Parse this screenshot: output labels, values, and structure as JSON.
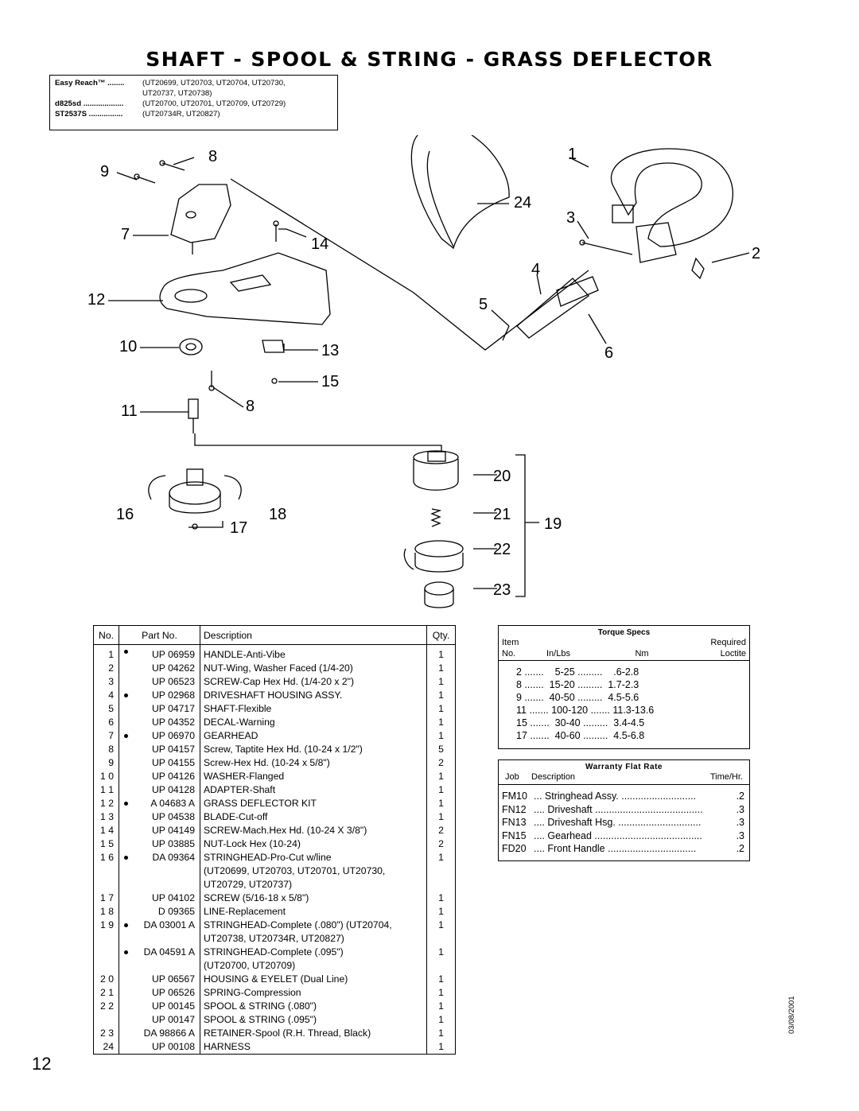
{
  "title": "SHAFT - SPOOL & STRING - GRASS DEFLECTOR",
  "models": [
    {
      "label": "Easy Reach™ ........",
      "value": "(UT20699, UT20703, UT20704, UT20730,"
    },
    {
      "label": "",
      "value": "UT20737, UT20738)"
    },
    {
      "label": "d825sd ...................",
      "value": "(UT20700, UT20701, UT20709, UT20729)"
    },
    {
      "label": "ST2537S ................",
      "value": "(UT20734R, UT20827)"
    }
  ],
  "callouts": [
    "8",
    "9",
    "7",
    "14",
    "12",
    "10",
    "13",
    "15",
    "11",
    "8",
    "1",
    "24",
    "3",
    "2",
    "4",
    "5",
    "6",
    "20",
    "16",
    "18",
    "21",
    "19",
    "17",
    "22",
    "23"
  ],
  "parts_table": {
    "headers": [
      "No.",
      "Part No.",
      "Description",
      "Qty."
    ],
    "rows": [
      {
        "no": "1",
        "part": "UP 06959",
        "desc": "HANDLE-Anti-Vibe",
        "qty": "1",
        "dot": true
      },
      {
        "no": "2",
        "part": "UP 04262",
        "desc": "NUT-Wing, Washer Faced (1/4-20)",
        "qty": "1"
      },
      {
        "no": "3",
        "part": "UP 06523",
        "desc": "SCREW-Cap Hex Hd. (1/4-20 x 2\")",
        "qty": "1"
      },
      {
        "no": "4",
        "part": "UP 02968",
        "desc": "DRIVESHAFT HOUSING ASSY.",
        "qty": "1",
        "dot": true
      },
      {
        "no": "5",
        "part": "UP 04717",
        "desc": "SHAFT-Flexible",
        "qty": "1"
      },
      {
        "no": "6",
        "part": "UP 04352",
        "desc": "DECAL-Warning",
        "qty": "1"
      },
      {
        "no": "7",
        "part": "UP 06970",
        "desc": "GEARHEAD",
        "qty": "1",
        "dot": true
      },
      {
        "no": "8",
        "part": "UP 04157",
        "desc": "Screw, Taptite Hex Hd. (10-24 x 1/2\")",
        "qty": "5"
      },
      {
        "no": "9",
        "part": "UP 04155",
        "desc": "Screw-Hex Hd. (10-24 x 5/8\")",
        "qty": "2"
      },
      {
        "no": "1 0",
        "part": "UP 04126",
        "desc": "WASHER-Flanged",
        "qty": "1"
      },
      {
        "no": "1 1",
        "part": "UP 04128",
        "desc": "ADAPTER-Shaft",
        "qty": "1"
      },
      {
        "no": "1 2",
        "part": "A 04683 A",
        "desc": "GRASS DEFLECTOR KIT",
        "qty": "1",
        "dot": true
      },
      {
        "no": "1 3",
        "part": "UP 04538",
        "desc": "BLADE-Cut-off",
        "qty": "1"
      },
      {
        "no": "1 4",
        "part": "UP 04149",
        "desc": "SCREW-Mach.Hex Hd. (10-24 X 3/8\")",
        "qty": "2"
      },
      {
        "no": "1 5",
        "part": "UP 03885",
        "desc": "NUT-Lock Hex (10-24)",
        "qty": "2"
      },
      {
        "no": "1 6",
        "part": "DA 09364",
        "desc": "STRINGHEAD-Pro-Cut w/line",
        "qty": "1",
        "dot": true
      },
      {
        "no": "",
        "part": "",
        "desc": "(UT20699, UT20703, UT20701, UT20730,",
        "qty": ""
      },
      {
        "no": "",
        "part": "",
        "desc": "UT20729, UT20737)",
        "qty": ""
      },
      {
        "no": "1 7",
        "part": "UP 04102",
        "desc": "SCREW  (5/16-18 x 5/8\")",
        "qty": "1"
      },
      {
        "no": "1 8",
        "part": "D 09365",
        "desc": "LINE-Replacement",
        "qty": "1"
      },
      {
        "no": "1 9",
        "part": "DA 03001 A",
        "desc": "STRINGHEAD-Complete (.080\") (UT20704,",
        "qty": "1",
        "dot": true
      },
      {
        "no": "",
        "part": "",
        "desc": "UT20738, UT20734R, UT20827)",
        "qty": ""
      },
      {
        "no": "",
        "part": "DA 04591 A",
        "desc": "STRINGHEAD-Complete (.095\")",
        "qty": "1",
        "dot": true
      },
      {
        "no": "",
        "part": "",
        "desc": "(UT20700, UT20709)",
        "qty": ""
      },
      {
        "no": "2 0",
        "part": "UP 06567",
        "desc": "HOUSING & EYELET (Dual Line)",
        "qty": "1"
      },
      {
        "no": "2 1",
        "part": "UP 06526",
        "desc": "SPRING-Compression",
        "qty": "1"
      },
      {
        "no": "2 2",
        "part": "UP 00145",
        "desc": "SPOOL & STRING (.080\")",
        "qty": "1"
      },
      {
        "no": "",
        "part": "UP 00147",
        "desc": "SPOOL & STRING (.095\")",
        "qty": "1"
      },
      {
        "no": "2 3",
        "part": "DA 98866 A",
        "desc": "RETAINER-Spool (R.H. Thread, Black)",
        "qty": "1"
      },
      {
        "no": "24",
        "part": "UP 00108",
        "desc": "HARNESS",
        "qty": "1"
      }
    ]
  },
  "torque_specs": {
    "title": "Torque Specs",
    "headers": {
      "item": "Item",
      "no": "No.",
      "inlbs": "In/Lbs",
      "nm": "Nm",
      "required": "Required",
      "loctite": "Loctite"
    },
    "rows": [
      "2 .......    5-25 .........    .6-2.8",
      "8 .......  15-20 .........  1.7-2.3",
      "9 .......  40-50 .........  4.5-5.6",
      "11 ....... 100-120 ....... 11.3-13.6",
      "15 .......  30-40 .........  3.4-4.5",
      "17 .......  40-60 .........  4.5-6.8"
    ]
  },
  "warranty": {
    "title": "Warranty Flat Rate",
    "headers": {
      "job": "Job",
      "description": "Description",
      "time": "Time/Hr."
    },
    "rows": [
      {
        "job": "FM10",
        "desc": " ... Stringhead Assy. ...........................",
        "time": ".2"
      },
      {
        "job": "FN12",
        "desc": " .... Driveshaft .......................................",
        "time": ".3"
      },
      {
        "job": "FN13",
        "desc": " .... Driveshaft  Hsg. ..............................",
        "time": ".3"
      },
      {
        "job": "FN15",
        "desc": " .... Gearhead .......................................",
        "time": ".3"
      },
      {
        "job": "FD20",
        "desc": " .... Front  Handle ................................",
        "time": ".2"
      }
    ]
  },
  "page_number": "12",
  "date_code": "03/08/2001"
}
